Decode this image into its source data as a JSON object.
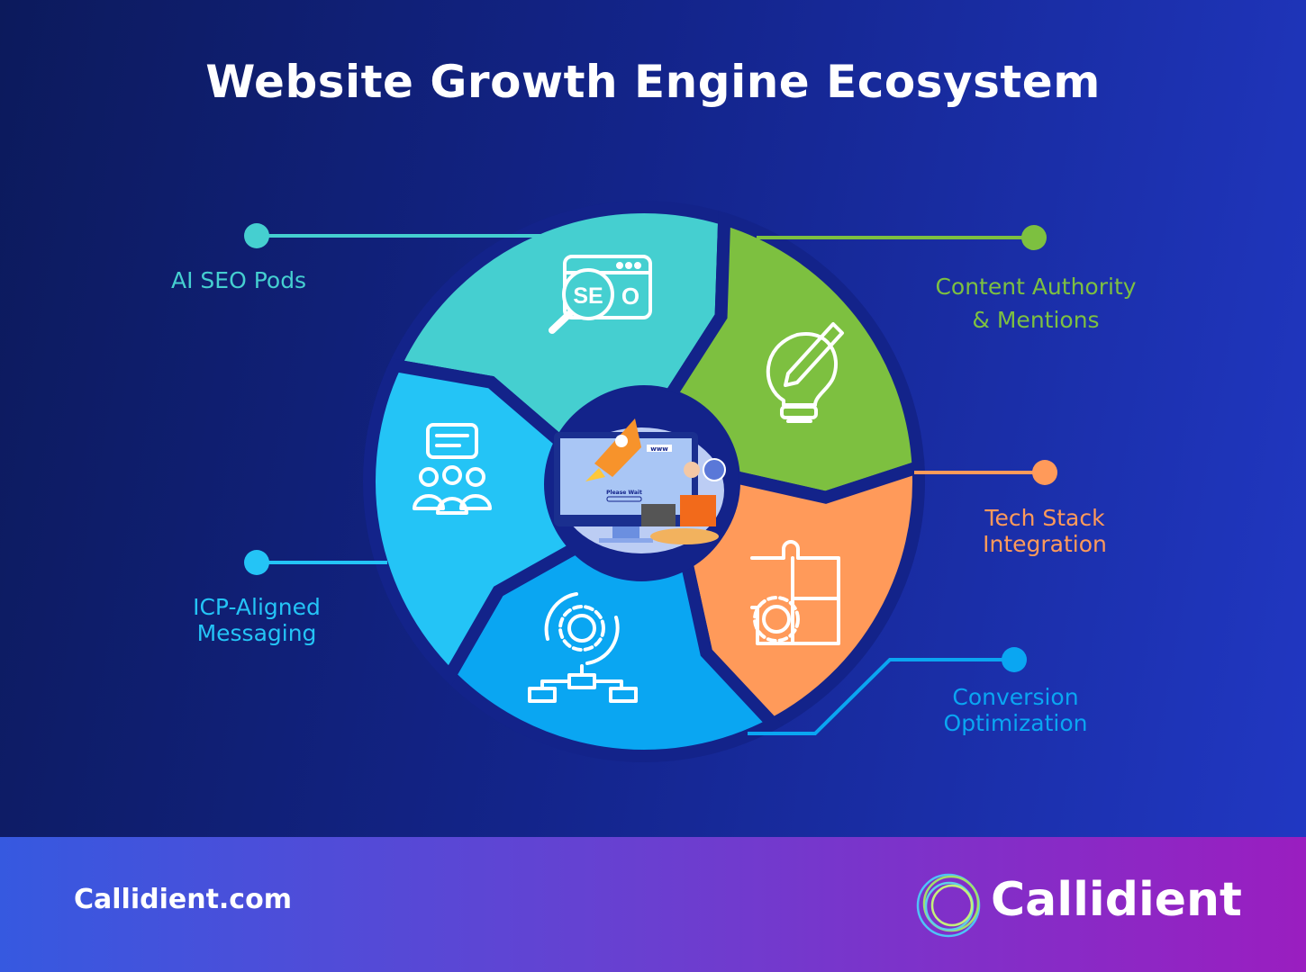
{
  "title": "Website Growth Engine Ecosystem",
  "segments": [
    {
      "label": "AI SEO Pods",
      "icon": "seo-search-icon",
      "color": "#45cfd0"
    },
    {
      "label_lines": [
        "Content Authority",
        "& Mentions"
      ],
      "icon": "lightbulb-pencil-icon",
      "color": "#7dc040"
    },
    {
      "label_lines": [
        "Tech Stack",
        "Integration"
      ],
      "icon": "puzzle-gear-icon",
      "color": "#ff9a5a"
    },
    {
      "label_lines": [
        "Conversion",
        "Optimization"
      ],
      "icon": "gear-flowchart-icon",
      "color": "#0aa6f2"
    },
    {
      "label_lines": [
        "ICP-Aligned",
        "Messaging"
      ],
      "icon": "chat-people-icon",
      "color": "#24c4f6"
    }
  ],
  "center": {
    "screen_text": "Please Wait",
    "url_text": "www"
  },
  "footer": {
    "website": "Callidient.com",
    "brand": "Callidient"
  }
}
